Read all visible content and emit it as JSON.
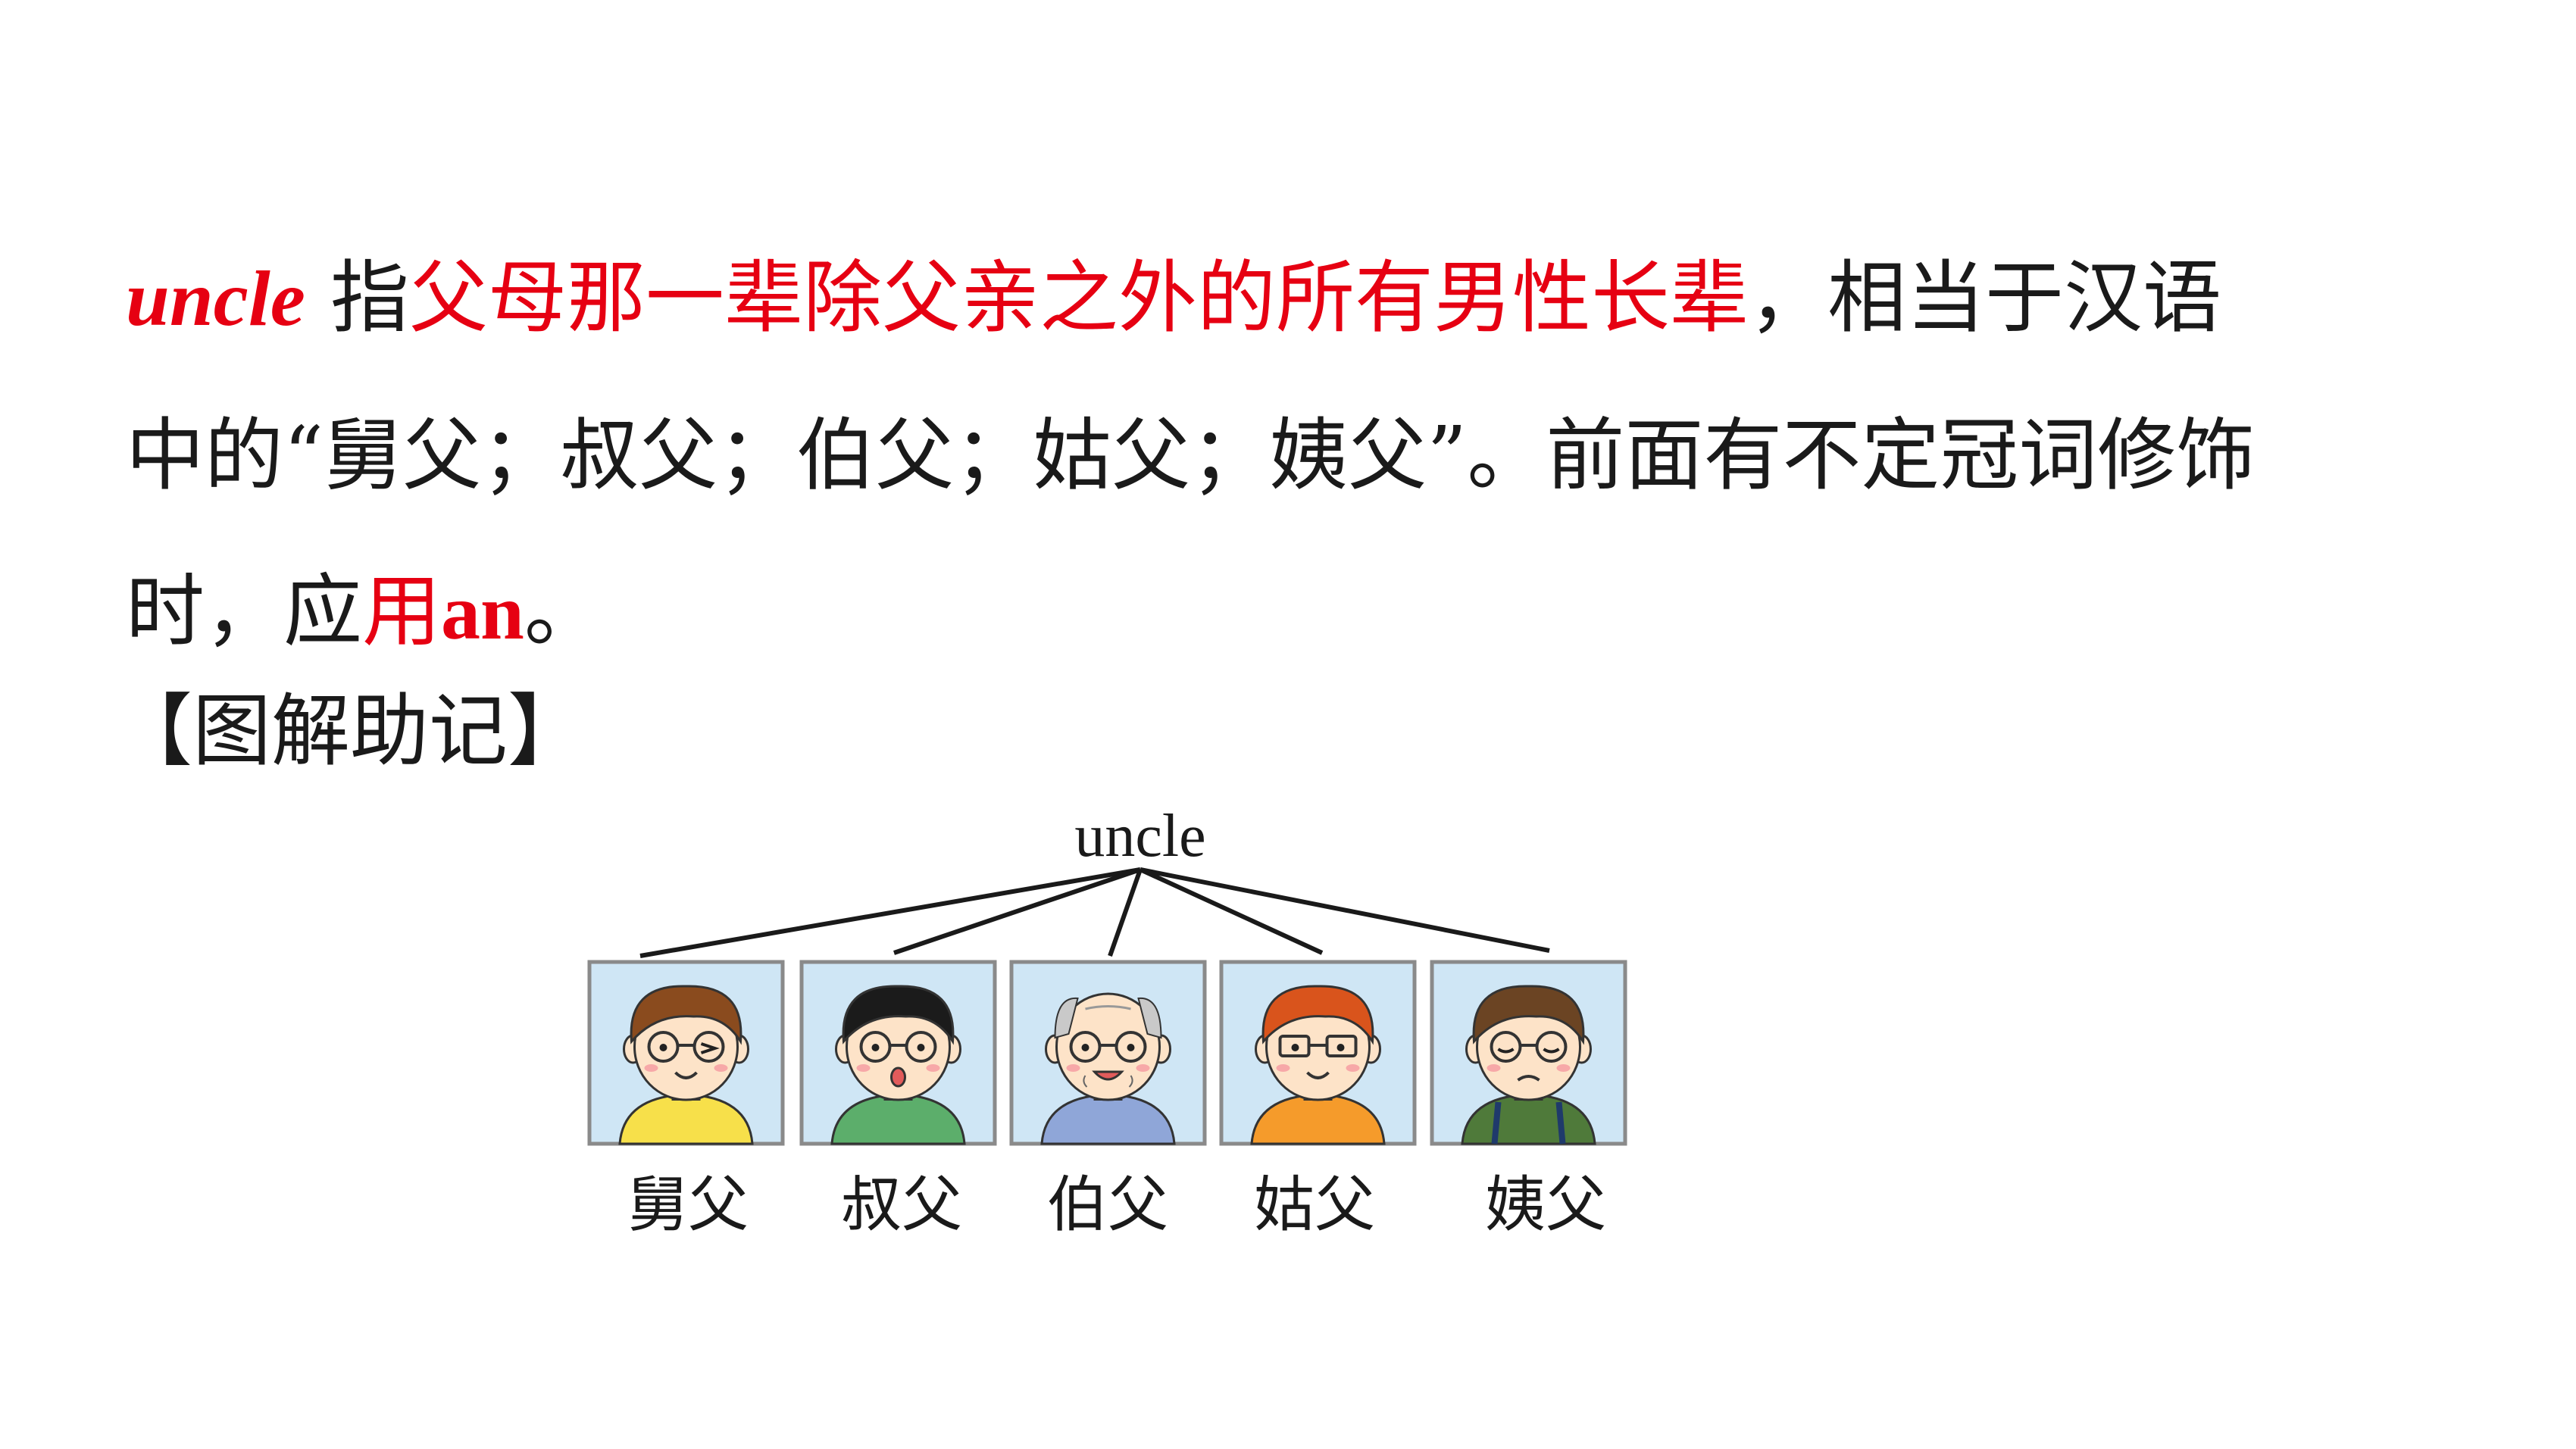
{
  "definition": {
    "word": "uncle",
    "after_word": " 指",
    "highlight_meaning": "父母那一辈除父亲之外的所有男性长辈",
    "line1_tail": "，相当于汉语",
    "line2": "中的“舅父；叔父；伯父；姑父；姨父”。前面有不定冠词修饰",
    "line3_head": "时，应",
    "line3_highlight_cn": "用",
    "line3_highlight_en": "an",
    "line3_tail": "。"
  },
  "memory_aid": {
    "heading": "【图解助记】"
  },
  "diagram": {
    "root_label": "uncle",
    "items": [
      {
        "label": "舅父",
        "shirt": "#f7e04a",
        "hair": "#8a4b1e",
        "expression": "wink"
      },
      {
        "label": "叔父",
        "shirt": "#5cae6b",
        "hair": "#1b1b1b",
        "expression": "surprised"
      },
      {
        "label": "伯父",
        "shirt": "#8fa6d8",
        "hair": "#c9c9c9",
        "expression": "old"
      },
      {
        "label": "姑父",
        "shirt": "#f59b2b",
        "hair": "#d9541c",
        "expression": "smile"
      },
      {
        "label": "姨父",
        "shirt": "#4f7a3a",
        "hair": "#6b4423",
        "expression": "sad"
      }
    ]
  },
  "colors": {
    "highlight": "#e60012",
    "panel_bg": "#cfe6f5",
    "panel_border": "#8a8a8a"
  }
}
